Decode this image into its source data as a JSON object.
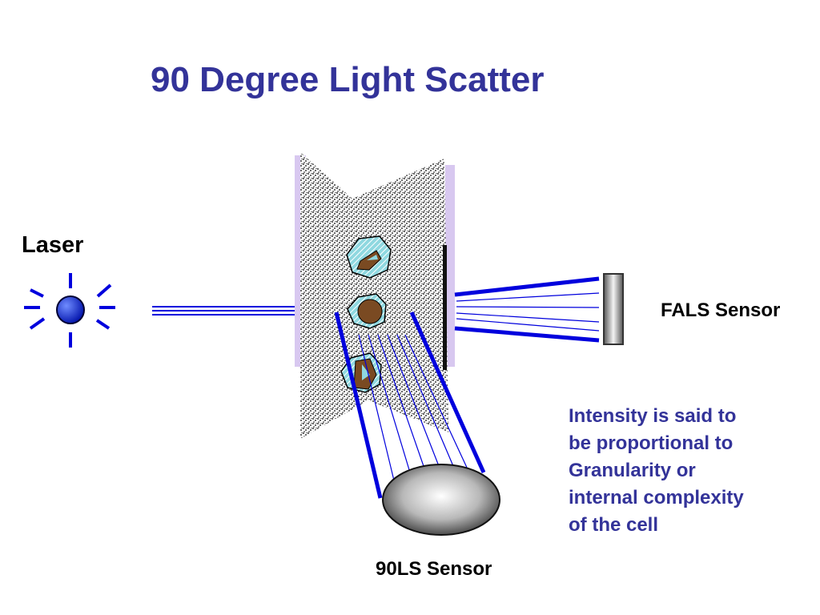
{
  "title": "90 Degree Light Scatter",
  "labels": {
    "laser": "Laser",
    "fals_sensor": "FALS Sensor",
    "ls90_sensor": "90LS Sensor"
  },
  "note": {
    "lines": [
      "Intensity is said to",
      "be proportional to",
      "Granularity or",
      "internal complexity",
      "of the cell"
    ]
  },
  "colors": {
    "title": "#333399",
    "beam": "#0000dd",
    "flow_wall": "#d8c8f0",
    "cell_fill": "#8fd8e0",
    "nucleus": "#7a4a22",
    "sensor_edge": "#333333"
  }
}
